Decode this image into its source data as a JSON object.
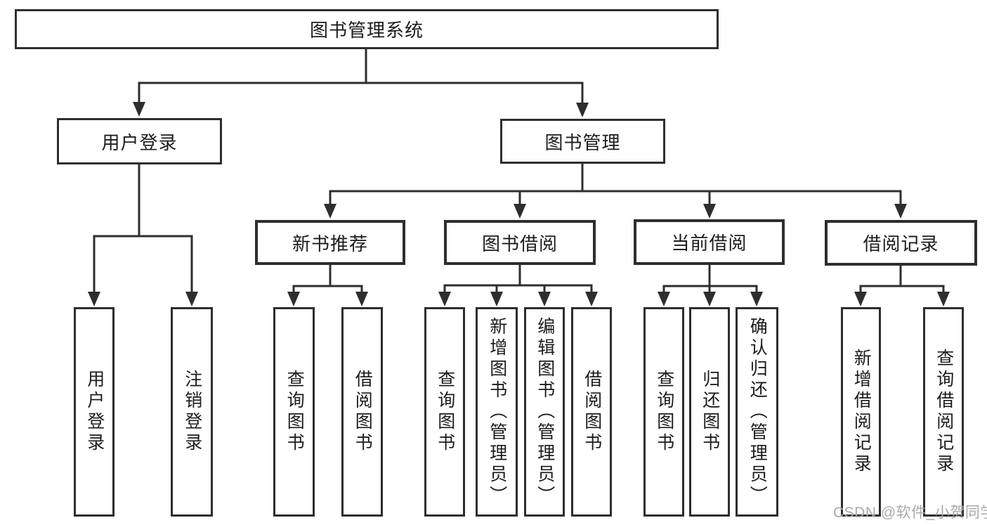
{
  "diagram": {
    "root": {
      "label": "图书管理系统"
    },
    "branches": [
      {
        "label": "用户登录",
        "children": [
          {
            "label": "用户登录"
          },
          {
            "label": "注销登录"
          }
        ]
      },
      {
        "label": "图书管理",
        "children": [
          {
            "label": "新书推荐",
            "children": [
              {
                "label": "查询图书"
              },
              {
                "label": "借阅图书"
              }
            ]
          },
          {
            "label": "图书借阅",
            "children": [
              {
                "label": "查询图书"
              },
              {
                "label": "新增图书（管理员）"
              },
              {
                "label": "编辑图书（管理员）"
              },
              {
                "label": "借阅图书"
              }
            ]
          },
          {
            "label": "当前借阅",
            "children": [
              {
                "label": "查询图书"
              },
              {
                "label": "归还图书"
              },
              {
                "label": "确认归还（管理员）"
              }
            ]
          },
          {
            "label": "借阅记录",
            "children": [
              {
                "label": "新增借阅记录"
              },
              {
                "label": "查询借阅记录"
              }
            ]
          }
        ]
      }
    ]
  },
  "watermark": {
    "text": "CSDN @软件_小贺同学"
  },
  "colors": {
    "line": "#2e2e2e",
    "text": "#1c1c1c",
    "watermark": "#a9a9a9",
    "background": "#ffffff"
  }
}
